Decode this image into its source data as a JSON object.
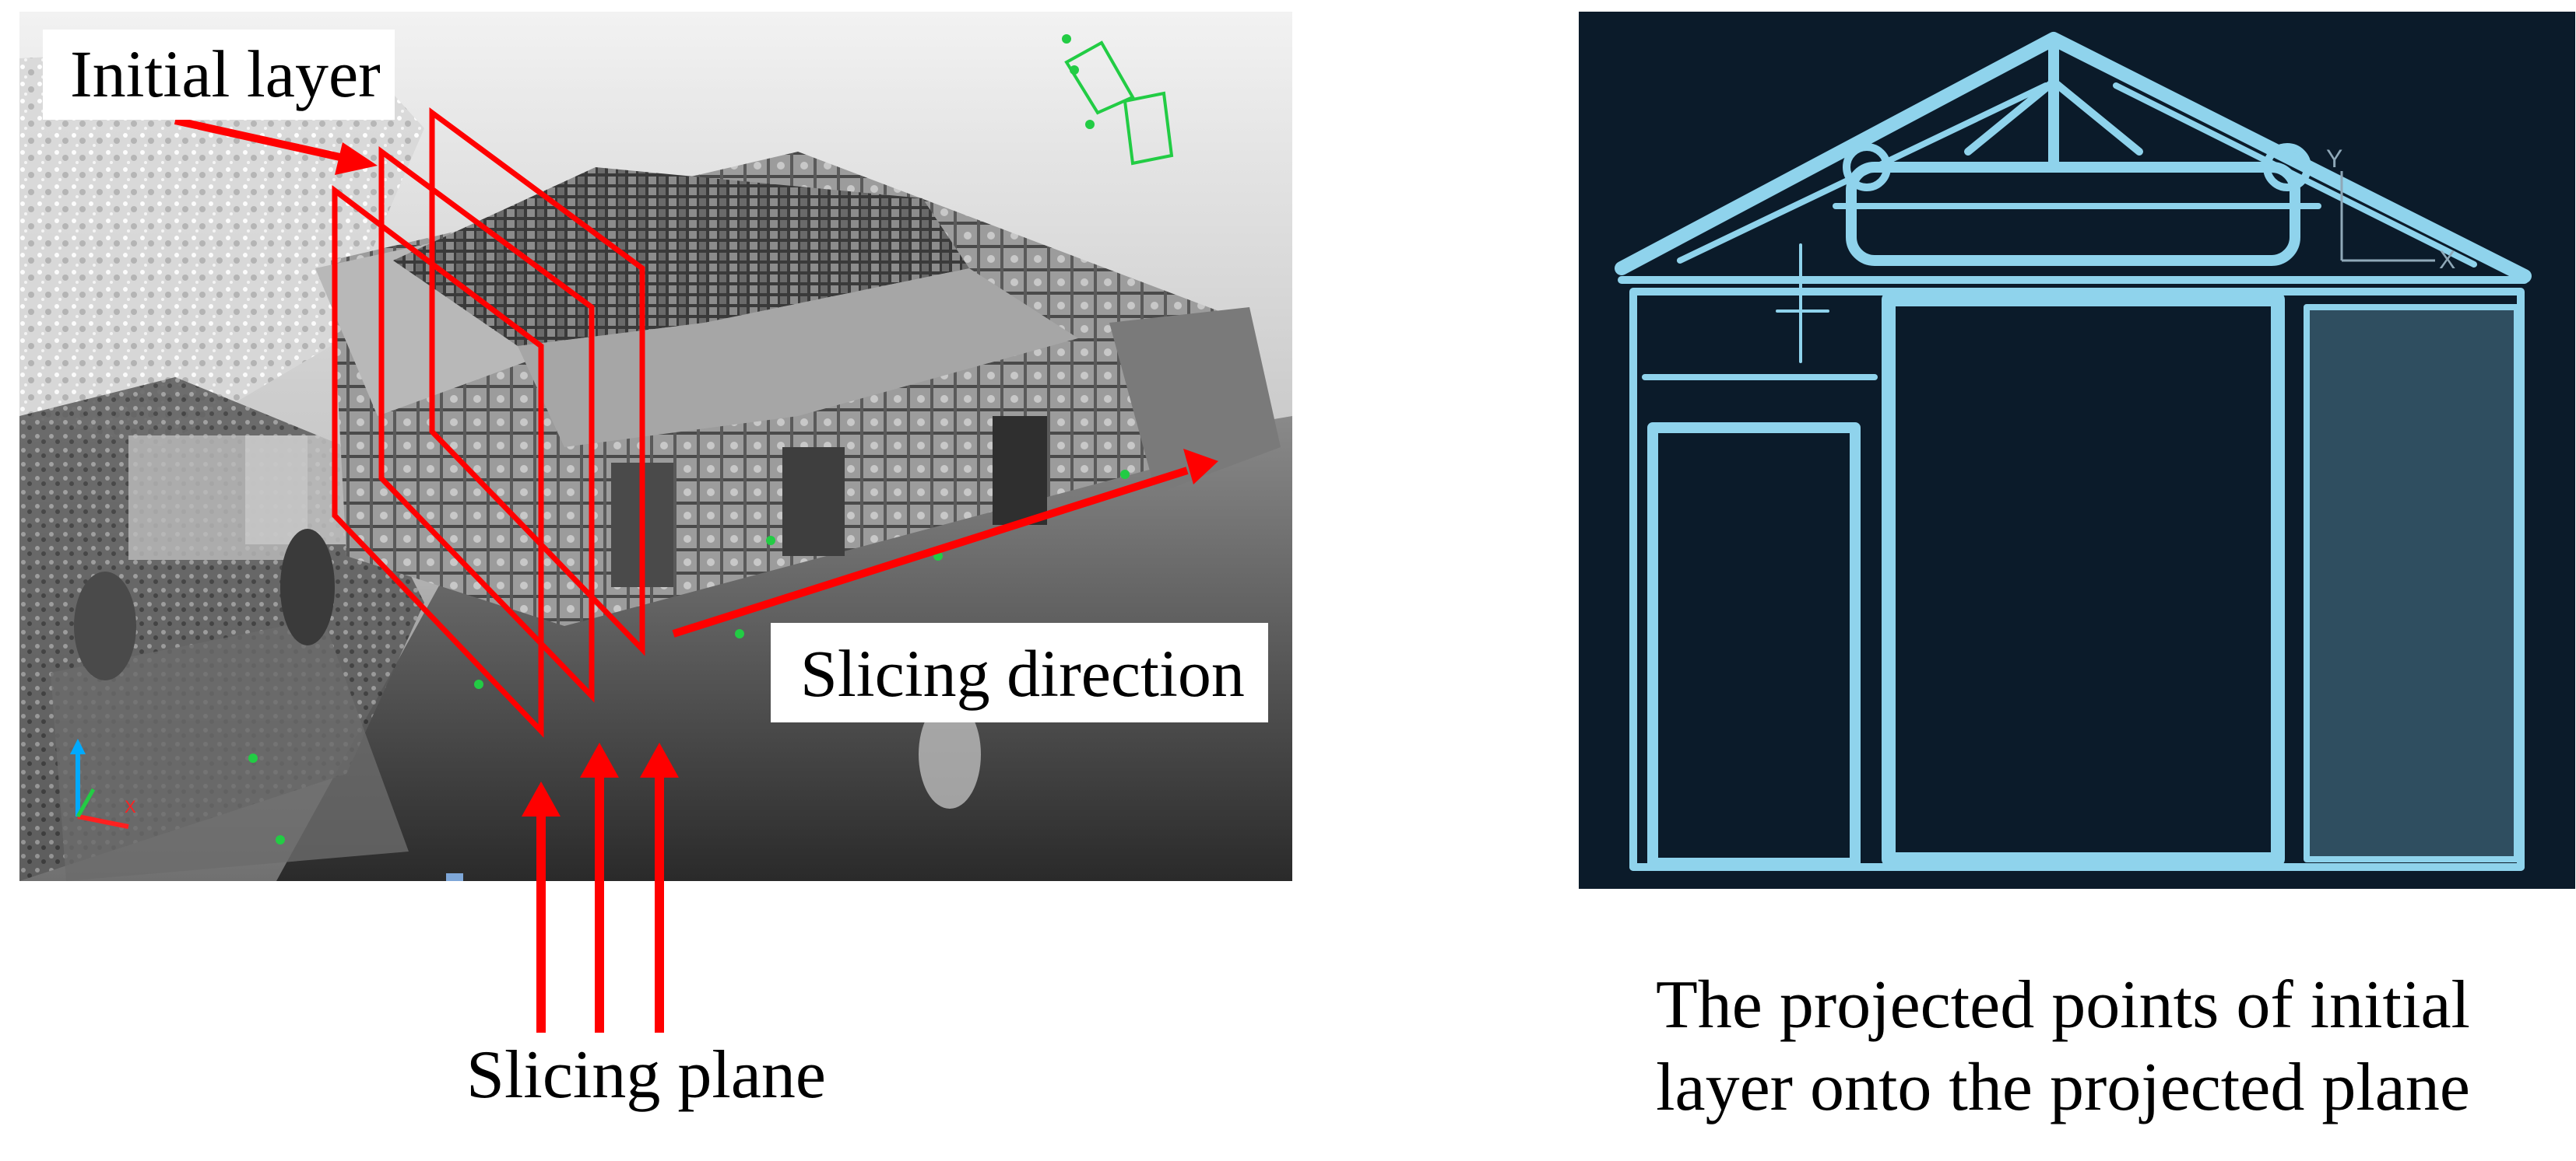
{
  "labels": {
    "initial_layer": "Initial layer",
    "slicing_direction": "Slicing direction",
    "slicing_plane": "Slicing plane"
  },
  "captions": {
    "projection_line1": "The projected points of initial",
    "projection_line2": "layer onto the projected plane"
  },
  "colors": {
    "annotation_red": "#ff0000",
    "projection_background": "#0b1b2a",
    "projected_points": "#8fd3ec",
    "target_green": "#22cc44"
  },
  "axis_gizmo": {
    "x_label": "X"
  },
  "projection_axis": {
    "y_label": "Y",
    "x_label": "X"
  }
}
